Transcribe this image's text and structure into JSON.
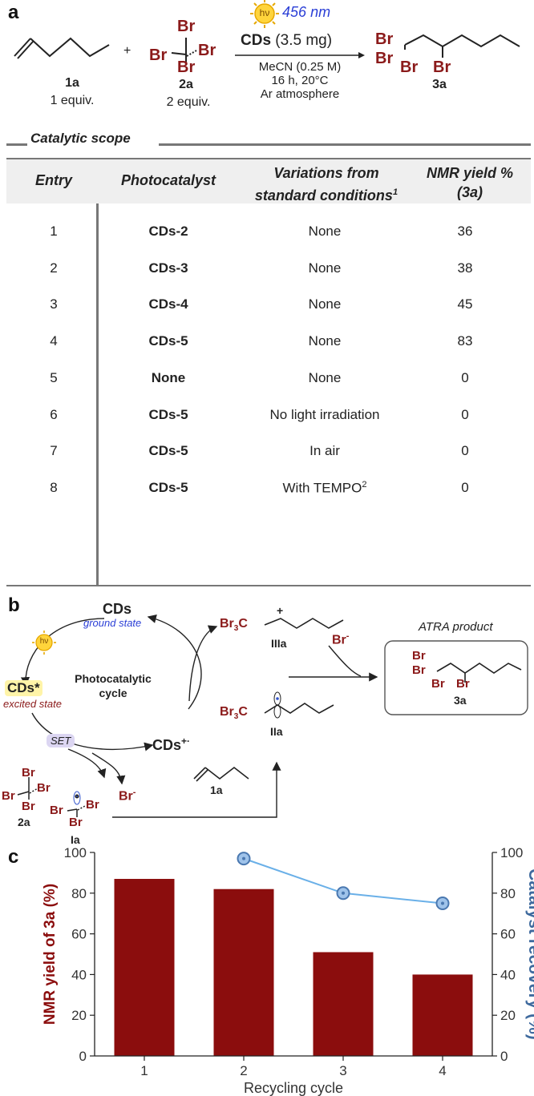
{
  "panel_a": {
    "letter": "a",
    "reactant1": {
      "id": "1a",
      "equiv": "1 equiv."
    },
    "plus": "+",
    "reactant2": {
      "id": "2a",
      "equiv": "2 equiv.",
      "atoms": {
        "top": "Br",
        "left": "Br",
        "right": "Br",
        "bottom": "Br"
      }
    },
    "light": {
      "icon": "hν",
      "wavelength": "456",
      "unit": "nm"
    },
    "catalyst": {
      "name": "CDs",
      "amount": "(3.5 mg)"
    },
    "conditions": [
      "MeCN (0.25 M)",
      "16 h, 20°C",
      "Ar atmosphere"
    ],
    "product": {
      "id": "3a",
      "atoms": [
        "Br",
        "Br",
        "Br",
        "Br"
      ]
    }
  },
  "scope": {
    "title": "Catalytic scope",
    "headers": {
      "entry": "Entry",
      "photocatalyst": "Photocatalyst",
      "variations_line1": "Variations from",
      "variations_line2": "standard conditions",
      "variations_sup": "1",
      "yield_line1": "NMR yield %",
      "yield_line2": "(3a)"
    },
    "rows": [
      {
        "entry": "1",
        "catalyst": "CDs-2",
        "variation": "None",
        "yield": "36"
      },
      {
        "entry": "2",
        "catalyst": "CDs-3",
        "variation": "None",
        "yield": "38"
      },
      {
        "entry": "3",
        "catalyst": "CDs-4",
        "variation": "None",
        "yield": "45"
      },
      {
        "entry": "4",
        "catalyst": "CDs-5",
        "variation": "None",
        "yield": "83"
      },
      {
        "entry": "5",
        "catalyst": "None",
        "variation": "None",
        "yield": "0"
      },
      {
        "entry": "6",
        "catalyst": "CDs-5",
        "variation": "No light irradiation",
        "yield": "0"
      },
      {
        "entry": "7",
        "catalyst": "CDs-5",
        "variation": "In air",
        "yield": "0"
      },
      {
        "entry": "8",
        "catalyst": "CDs-5",
        "variation": "With TEMPO",
        "variation_sup": "2",
        "yield": "0"
      }
    ]
  },
  "panel_b": {
    "letter": "b",
    "cds": "CDs",
    "ground_state": "ground state",
    "light_icon": "hν",
    "cds_star": "CDs*",
    "excited_state": "excited state",
    "cycle_label": [
      "Photocatalytic",
      "cycle"
    ],
    "set": "SET",
    "cds_radical_cation": "CDs",
    "cds_radical_cation_sup": "+·",
    "reagent_2a": {
      "id": "2a",
      "atoms": [
        "Br",
        "Br",
        "Br",
        "Br"
      ]
    },
    "radical_Ia": {
      "id": "Ia",
      "atoms": [
        "Br",
        "Br",
        "Br"
      ]
    },
    "br_minus": "Br",
    "br_minus_sup": "-",
    "cation_IIIa": {
      "id": "IIIa",
      "group": "Br",
      "group_sub": "3",
      "group_tail": "C",
      "charge": "+"
    },
    "radical_IIa": {
      "id": "IIa",
      "group": "Br",
      "group_sub": "3",
      "group_tail": "C"
    },
    "br_minus_2": "Br",
    "br_minus_2_sup": "-",
    "alkene_id": "1a",
    "atra_label": "ATRA product",
    "product": {
      "id": "3a",
      "atoms": [
        "Br",
        "Br",
        "Br",
        "Br"
      ]
    }
  },
  "panel_c": {
    "letter": "c"
  },
  "chart_data": {
    "type": "bar",
    "title": "",
    "xlabel": "Recycling cycle",
    "ylabel": "NMR yield of 3a (%)",
    "y2label": "Catalyst recovery (%)",
    "categories": [
      "1",
      "2",
      "3",
      "4"
    ],
    "ylim": [
      0,
      100
    ],
    "y2lim": [
      0,
      100
    ],
    "yticks": [
      0,
      20,
      40,
      60,
      80,
      100
    ],
    "series": [
      {
        "name": "NMR yield of 3a (%)",
        "type": "bar",
        "axis": "left",
        "color": "#8b0d0d",
        "values": [
          87,
          82,
          51,
          40
        ]
      },
      {
        "name": "Catalyst recovery (%)",
        "type": "line",
        "axis": "right",
        "color": "#6ab0e8",
        "marker_color": "#4a78b0",
        "values": [
          null,
          97,
          80,
          75
        ]
      }
    ],
    "grid": false,
    "ylabel_color": "#8b0d0d",
    "y2label_color": "#3f6a9e"
  }
}
